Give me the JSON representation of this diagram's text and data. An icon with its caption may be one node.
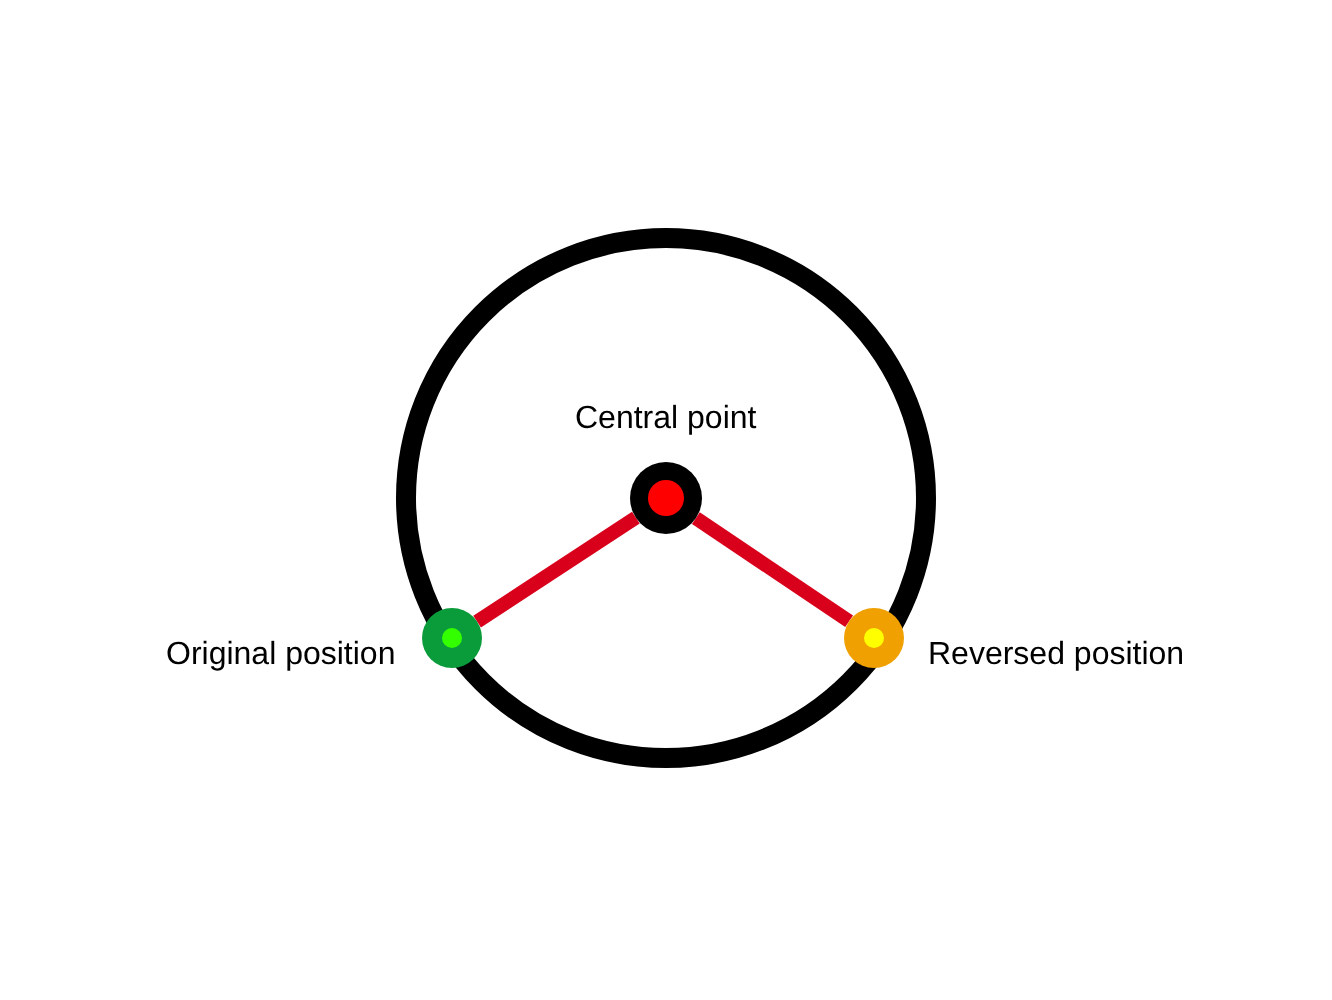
{
  "diagram": {
    "nodes": [
      {
        "text": [],
        "shape": "circle"
      },
      {
        "text": [],
        "shape": "circle",
        "beside": [
          "Central point"
        ],
        "in": 0
      },
      {
        "text": [],
        "shape": "circle",
        "beside": [
          "Original position"
        ],
        "in": 0
      },
      {
        "text": [],
        "shape": "circle",
        "beside": [
          "Reversed position"
        ],
        "in": 0
      }
    ],
    "edges": [
      {
        "from": 1,
        "to": 2,
        "arrow": "none"
      },
      {
        "from": 1,
        "to": 3,
        "arrow": "none"
      }
    ]
  }
}
